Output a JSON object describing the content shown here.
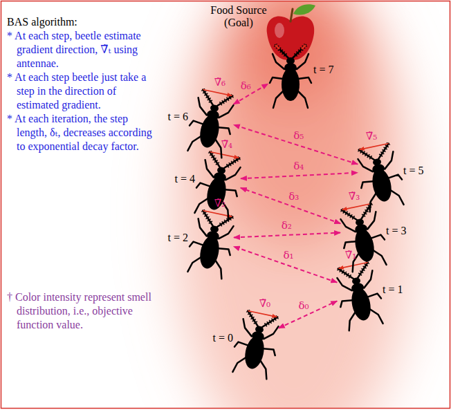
{
  "diagram": {
    "nodes": [
      {
        "text": [
          "t = 0"
        ]
      },
      {
        "text": [
          "t = 1"
        ]
      },
      {
        "text": [
          "t = 2"
        ]
      },
      {
        "text": [
          "t = 3"
        ]
      },
      {
        "text": [
          "t = 4"
        ]
      },
      {
        "text": [
          "t = 5"
        ]
      },
      {
        "text": [
          "t = 6"
        ]
      },
      {
        "text": [
          "t = 7"
        ]
      }
    ],
    "edges": [
      {
        "from": 0,
        "to": 1,
        "label": "δ₀",
        "arrow": "both"
      },
      {
        "from": 1,
        "to": 2,
        "label": "δ₁",
        "arrow": "both"
      },
      {
        "from": 2,
        "to": 3,
        "label": "δ₂",
        "arrow": "both"
      },
      {
        "from": 3,
        "to": 4,
        "label": "δ₃",
        "arrow": "both"
      },
      {
        "from": 4,
        "to": 5,
        "label": "δ₄",
        "arrow": "both"
      },
      {
        "from": 5,
        "to": 6,
        "label": "δ₅",
        "arrow": "both"
      },
      {
        "from": 6,
        "to": 7,
        "label": "δ₆",
        "arrow": "both"
      }
    ],
    "labels": [
      "Food Source (Goal)",
      "BAS algorithm:",
      "* At each step, beetle estimate gradient direction, ∇̃ₜ using antennae.",
      "* At each step beetle just take a step in the direction of estimated gradient.",
      "* At each iteration, the step length, δₜ, decreases according to exponential decay factor.",
      "† Color intensity represent smell distribution, i.e., objective function value.",
      "∇̃₀",
      "∇̃₁",
      "∇̃₂",
      "∇̃₃",
      "∇̃₄",
      "∇̃₅",
      "∇̃₆"
    ]
  }
}
